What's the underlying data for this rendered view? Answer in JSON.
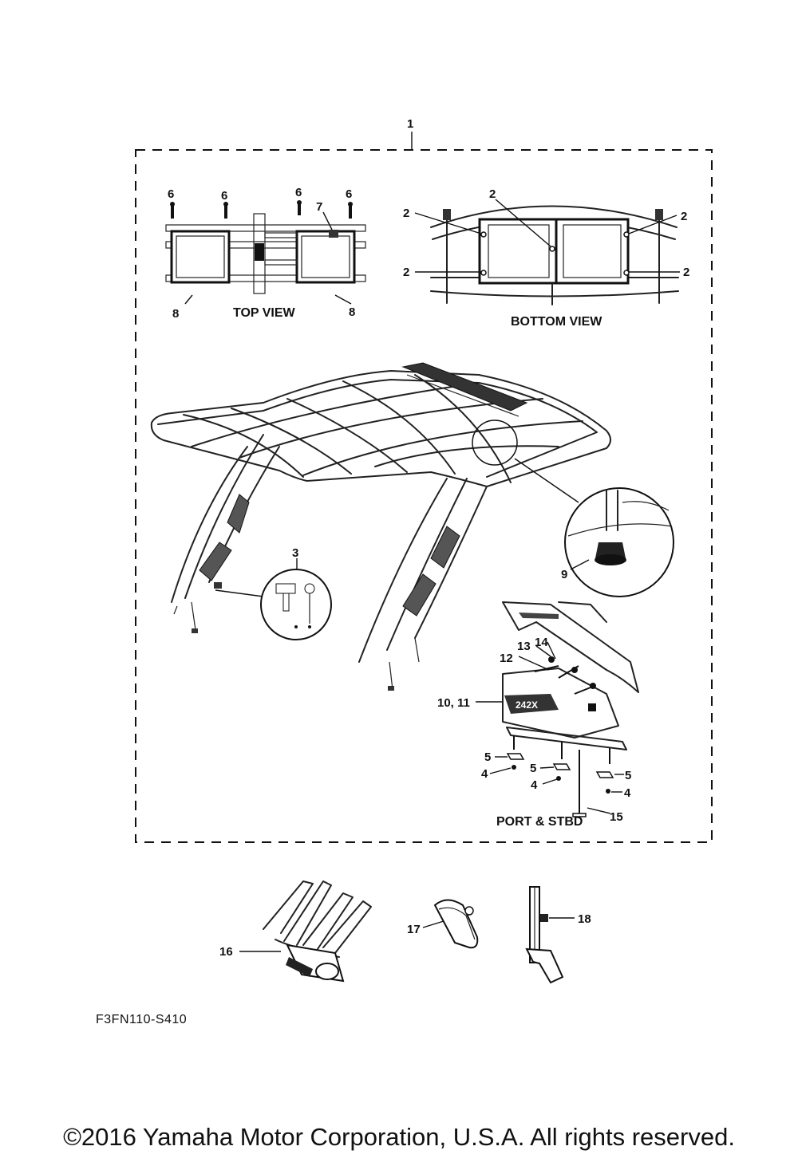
{
  "drawing_code": "F3FN110-S410",
  "copyright": "©2016 Yamaha Motor Corporation, U.S.A. All rights reserved.",
  "view_labels": {
    "top": "TOP VIEW",
    "bottom": "BOTTOM VIEW",
    "port_stbd": "PORT & STBD"
  },
  "part_numbers": {
    "p1": "1",
    "p2": "2",
    "p3": "3",
    "p4": "4",
    "p5": "5",
    "p6": "6",
    "p7": "7",
    "p8": "8",
    "p9": "9",
    "p10_11": "10, 11",
    "p12": "12",
    "p13": "13",
    "p14": "14",
    "p15": "15",
    "p16": "16",
    "p17": "17",
    "p18": "18"
  },
  "emblem_text": "242X"
}
